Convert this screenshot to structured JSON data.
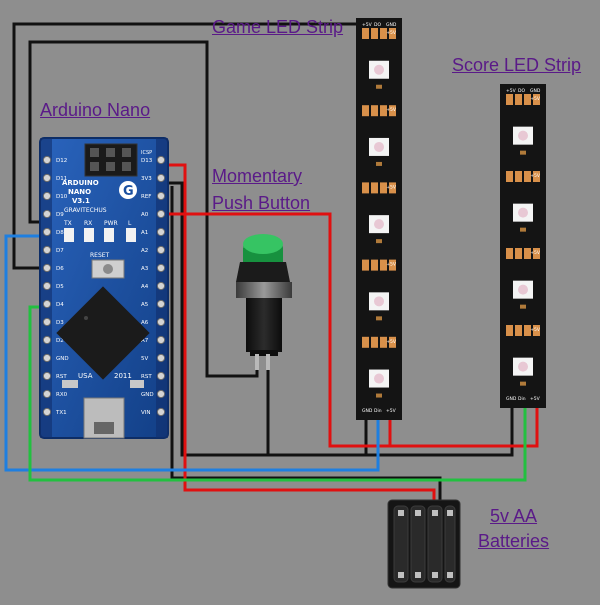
{
  "labels": {
    "arduino_nano": "Arduino Nano",
    "game_led_strip": "Game LED Strip",
    "score_led_strip": "Score LED Strip",
    "button_line1": "Momentary",
    "button_line2": "Push Button",
    "battery_line1": "5v AA",
    "battery_line2": "Batteries"
  },
  "board": {
    "brand": "GRAVITECHUS",
    "line1": "ARDUINO",
    "line2": "NANO",
    "line3": "V3.1",
    "reset": "RESET",
    "usa": "USA",
    "year": "2011",
    "icsp": "ICSP",
    "led_labels": [
      "TX",
      "RX",
      "PWR",
      "L"
    ],
    "left_pins": [
      "D12",
      "D11",
      "D10",
      "D9",
      "D8",
      "D7",
      "D6",
      "D5",
      "D4",
      "D3",
      "D2",
      "GND",
      "RST",
      "RX0",
      "TX1"
    ],
    "right_pins": [
      "D13",
      "3V3",
      "REF",
      "A0",
      "A1",
      "A2",
      "A3",
      "A4",
      "A5",
      "A6",
      "A7",
      "5V",
      "RST",
      "GND",
      "VIN"
    ]
  },
  "strip_pad_labels": {
    "plus5v": "+5V",
    "din": "Din",
    "do": "DO",
    "gnd": "GND"
  },
  "colors": {
    "background": "#8e8e8e",
    "label_text": "#5a1a88",
    "wire_black": "#111111",
    "wire_red": "#e01010",
    "wire_blue": "#1e7fe0",
    "wire_green": "#22c040",
    "board_blue": "#1a4fa0",
    "strip_body": "#141414",
    "pad_copper": "#d8904a",
    "button_green": "#1fa84a"
  }
}
